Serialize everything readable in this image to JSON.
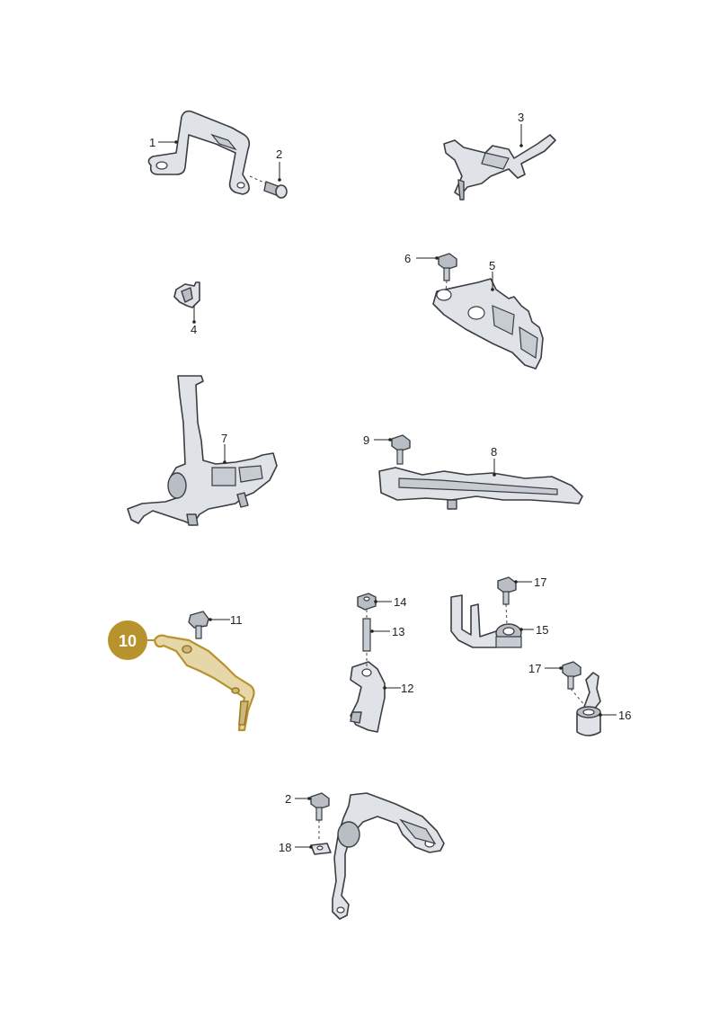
{
  "labels": {
    "p1": "1",
    "p2": "2",
    "p3": "3",
    "p4": "4",
    "p5": "5",
    "p6": "6",
    "p7": "7",
    "p8": "8",
    "p9": "9",
    "p11": "11",
    "p12": "12",
    "p13": "13",
    "p14": "14",
    "p15": "15",
    "p16": "16",
    "p17a": "17",
    "p17b": "17",
    "p2b": "2",
    "p18": "18"
  },
  "highlight": {
    "number": "10",
    "color": "#b8922c"
  }
}
